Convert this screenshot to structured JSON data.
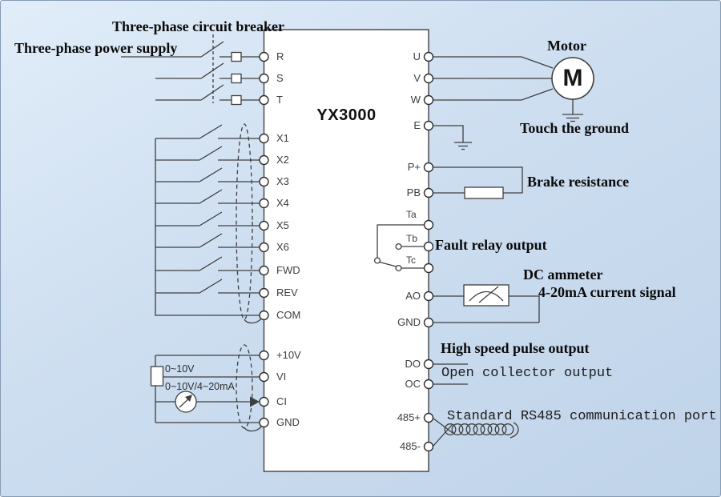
{
  "device": {
    "model": "YX3000",
    "motor_symbol": "M"
  },
  "annotations": {
    "circuit_breaker": "Three-phase circuit breaker",
    "power_supply": "Three-phase power supply",
    "motor": "Motor",
    "touch_ground": "Touch the ground",
    "brake_resistance": "Brake resistance",
    "fault_relay": "Fault relay output",
    "dc_ammeter": "DC ammeter",
    "current_signal": "4-20mA current signal",
    "high_speed_pulse": "High speed pulse output",
    "open_collector": "Open collector output",
    "rs485": "Standard RS485 communication port",
    "analog_v_range": "0~10V",
    "analog_vma_range": "0~10V/4~20mA"
  },
  "terminals": {
    "left": [
      "R",
      "S",
      "T",
      "X1",
      "X2",
      "X3",
      "X4",
      "X5",
      "X6",
      "FWD",
      "REV",
      "COM",
      "+10V",
      "VI",
      "CI",
      "GND"
    ],
    "right": [
      "U",
      "V",
      "W",
      "E",
      "P+",
      "PB",
      "Ta",
      "Tb",
      "Tc",
      "AO",
      "GND",
      "DO",
      "OC",
      "485+",
      "485-"
    ]
  },
  "colors": {
    "background": "#cfdff0",
    "wire": "#3f3f3f",
    "component_fill": "#ffffff",
    "text": "#111111"
  }
}
